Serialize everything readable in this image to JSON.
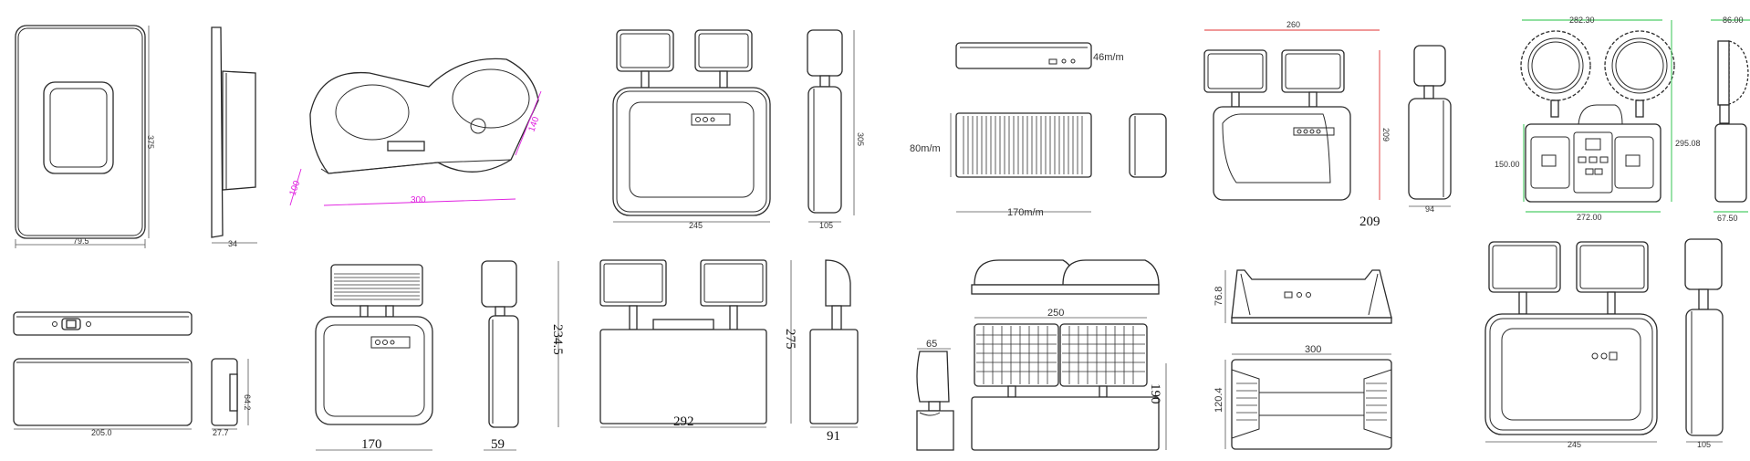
{
  "drawings": [
    {
      "name": "slim-exit-sign",
      "dims": [
        "79.5",
        "375",
        "34"
      ]
    },
    {
      "name": "twin-round-lamp",
      "dims": [
        "140",
        "300",
        "100"
      ]
    },
    {
      "name": "twin-head-square",
      "dims": [
        "245",
        "305",
        "105"
      ]
    },
    {
      "name": "slim-bar-light",
      "dims": [
        "46m/m",
        "80m/m",
        "170m/m"
      ]
    },
    {
      "name": "twin-head-red",
      "dims": [
        "260",
        "209",
        "94"
      ]
    },
    {
      "name": "twin-round-green",
      "dims": [
        "282.30",
        "86.00",
        "150.00",
        "295.08",
        "272.00",
        "67.50"
      ]
    },
    {
      "name": "flat-bar-light",
      "dims": [
        "205.0",
        "27.7",
        "64.2"
      ]
    },
    {
      "name": "solar-head-unit",
      "dims": [
        "234.5",
        "170",
        "59"
      ]
    },
    {
      "name": "twin-head-box",
      "dims": [
        "275",
        "292",
        "91"
      ]
    },
    {
      "name": "twin-grille-lamp",
      "dims": [
        "65",
        "250",
        "190"
      ]
    },
    {
      "name": "long-bar-lamp",
      "dims": [
        "76.8",
        "300",
        "120.4"
      ]
    },
    {
      "name": "twin-head-large",
      "dims": [
        "245",
        "105"
      ]
    }
  ]
}
